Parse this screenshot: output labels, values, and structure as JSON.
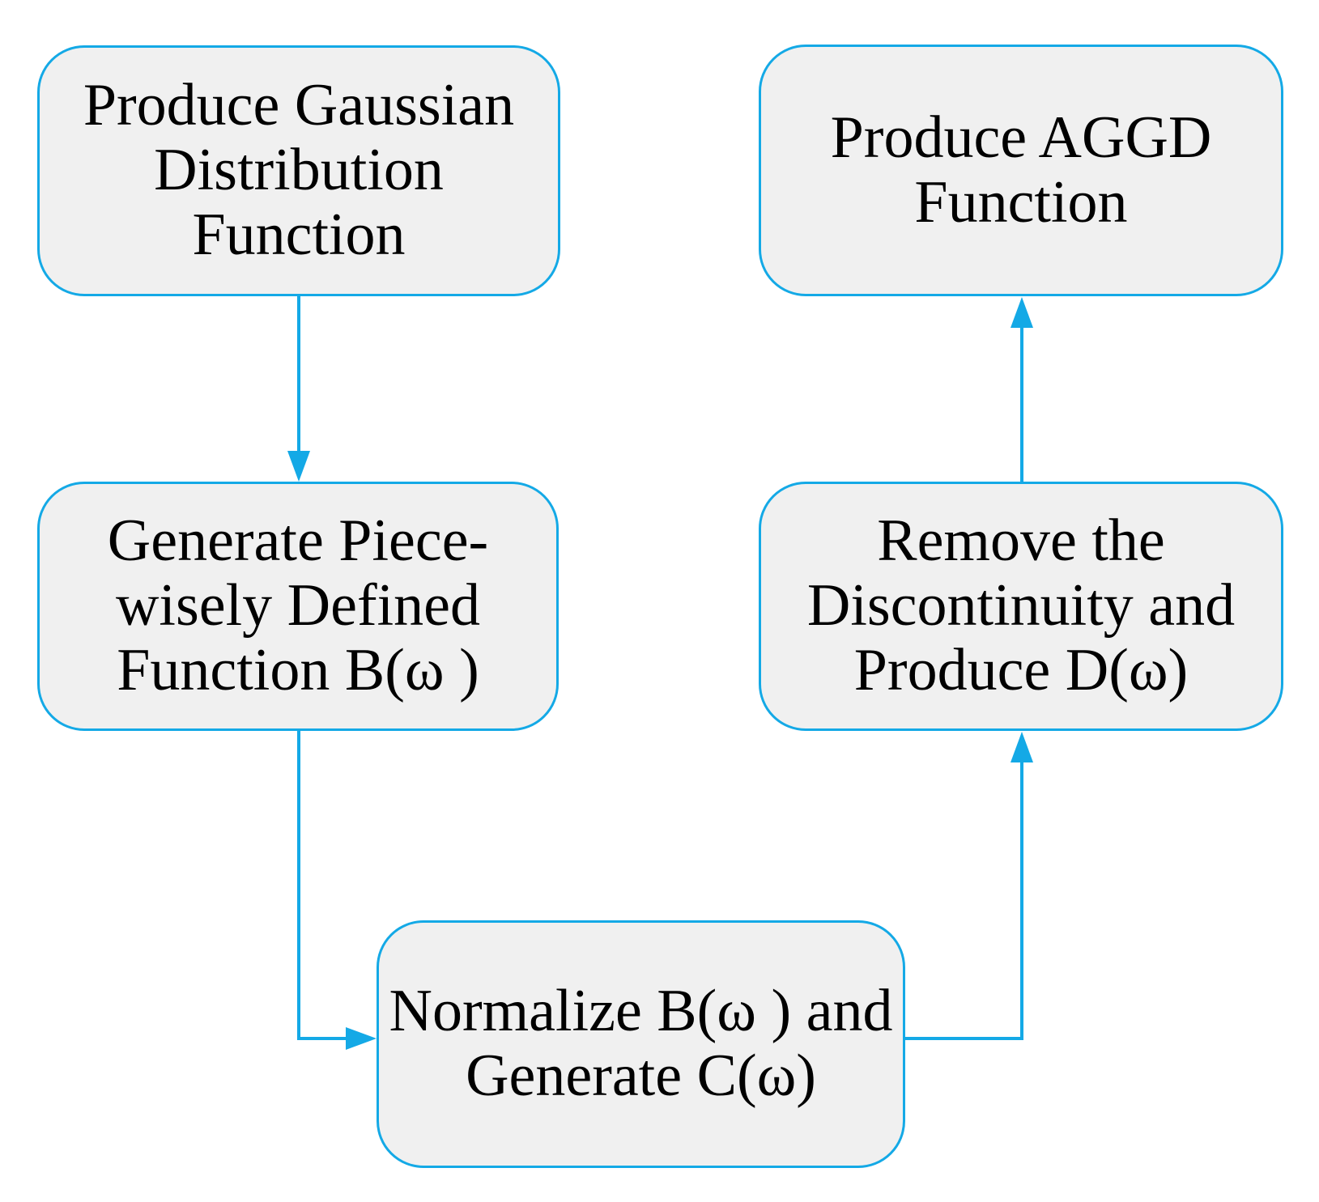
{
  "diagram": {
    "type": "flowchart",
    "colors": {
      "accent": "#14a9e6",
      "node_fill": "#f0f0f0",
      "node_text": "#000000",
      "background": "#ffffff"
    },
    "nodes": [
      {
        "id": "produce-gaussian",
        "text": "Produce Gaussian\nDistribution\nFunction"
      },
      {
        "id": "generate-piecewise",
        "text": "Generate Piece-\nwisely Defined\nFunction B(ω )"
      },
      {
        "id": "normalize-b",
        "text": "Normalize B(ω ) and\nGenerate C(ω)"
      },
      {
        "id": "remove-discontinuity",
        "text": "Remove the\nDiscontinuity and\nProduce D(ω)"
      },
      {
        "id": "produce-aggd",
        "text": "Produce AGGD\nFunction"
      }
    ],
    "connectors": [
      {
        "from": "produce-gaussian",
        "to": "generate-piecewise",
        "direction": "down"
      },
      {
        "from": "generate-piecewise",
        "to": "normalize-b",
        "direction": "down-then-right"
      },
      {
        "from": "normalize-b",
        "to": "remove-discontinuity",
        "direction": "right-then-up"
      },
      {
        "from": "remove-discontinuity",
        "to": "produce-aggd",
        "direction": "up"
      }
    ]
  }
}
